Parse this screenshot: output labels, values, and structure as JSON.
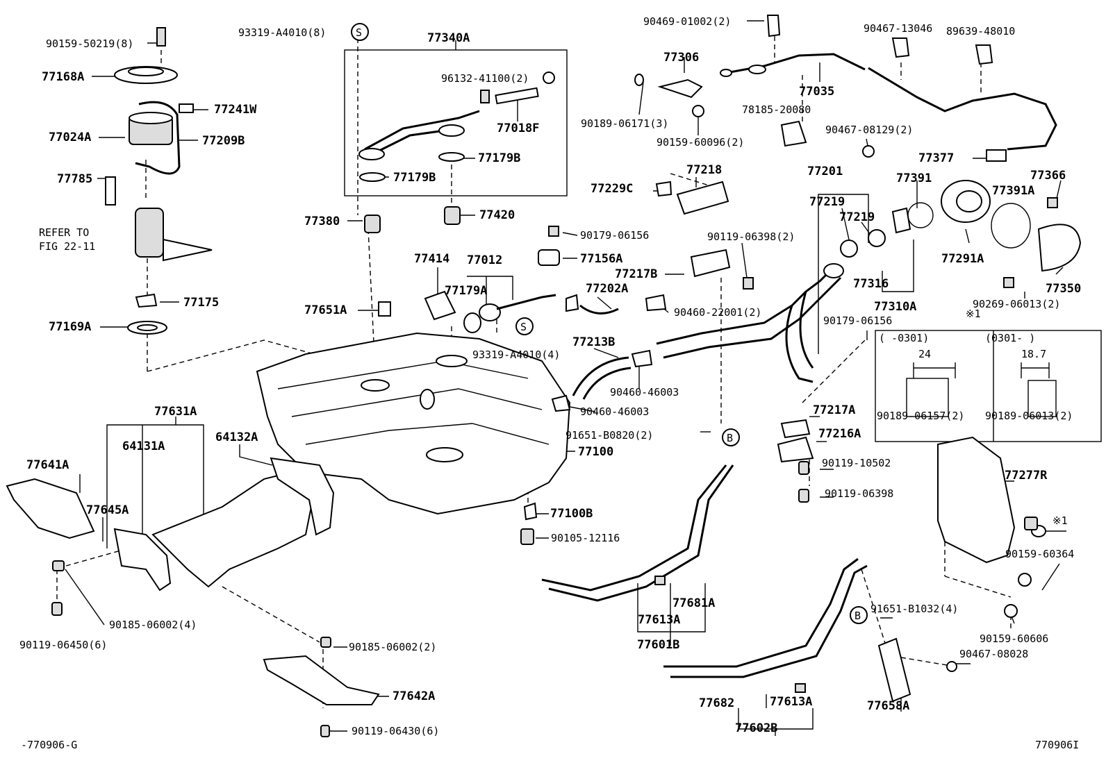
{
  "callouts": [
    {
      "id": "c1",
      "text": "90159-50219(8)"
    },
    {
      "id": "c2",
      "text": "77168A"
    },
    {
      "id": "c3",
      "text": "77241W"
    },
    {
      "id": "c4",
      "text": "77024A"
    },
    {
      "id": "c5",
      "text": "77209B"
    },
    {
      "id": "c6",
      "text": "77785"
    },
    {
      "id": "c7",
      "text": "REFER TO"
    },
    {
      "id": "c8",
      "text": "FIG 22-11"
    },
    {
      "id": "c9",
      "text": "77175"
    },
    {
      "id": "c10",
      "text": "77169A"
    },
    {
      "id": "c11",
      "text": "93319-A4010(8)"
    },
    {
      "id": "c12",
      "text": "77340A"
    },
    {
      "id": "c13",
      "text": "96132-41100(2)"
    },
    {
      "id": "c14",
      "text": "77018F"
    },
    {
      "id": "c15",
      "text": "77179B"
    },
    {
      "id": "c16",
      "text": "77179B"
    },
    {
      "id": "c17",
      "text": "77380"
    },
    {
      "id": "c18",
      "text": "77420"
    },
    {
      "id": "c19",
      "text": "90179-06156"
    },
    {
      "id": "c20",
      "text": "77156A"
    },
    {
      "id": "c21",
      "text": "77414"
    },
    {
      "id": "c22",
      "text": "77012"
    },
    {
      "id": "c23",
      "text": "77179A"
    },
    {
      "id": "c24",
      "text": "77202A"
    },
    {
      "id": "c25",
      "text": "77651A"
    },
    {
      "id": "c26",
      "text": "93319-A4010(4)"
    },
    {
      "id": "c27",
      "text": "77213B"
    },
    {
      "id": "c28",
      "text": "90460-46003"
    },
    {
      "id": "c29",
      "text": "90460-46003"
    },
    {
      "id": "c30",
      "text": "91651-B0820(2)"
    },
    {
      "id": "c31",
      "text": "77100"
    },
    {
      "id": "c32",
      "text": "77100B"
    },
    {
      "id": "c33",
      "text": "90105-12116"
    },
    {
      "id": "c34",
      "text": "77631A"
    },
    {
      "id": "c35",
      "text": "64131A"
    },
    {
      "id": "c36",
      "text": "64132A"
    },
    {
      "id": "c37",
      "text": "77641A"
    },
    {
      "id": "c38",
      "text": "77645A"
    },
    {
      "id": "c39",
      "text": "90185-06002(4)"
    },
    {
      "id": "c40",
      "text": "90119-06450(6)"
    },
    {
      "id": "c41",
      "text": "90185-06002(2)"
    },
    {
      "id": "c42",
      "text": "77642A"
    },
    {
      "id": "c43",
      "text": "90119-06430(6)"
    },
    {
      "id": "c44",
      "text": "-770906-G"
    },
    {
      "id": "c45",
      "text": "90469-01002(2)"
    },
    {
      "id": "c46",
      "text": "77306"
    },
    {
      "id": "c47",
      "text": "90189-06171(3)"
    },
    {
      "id": "c48",
      "text": "90159-60096(2)"
    },
    {
      "id": "c49",
      "text": "77035"
    },
    {
      "id": "c50",
      "text": "78185-20080"
    },
    {
      "id": "c51",
      "text": "90467-13046"
    },
    {
      "id": "c52",
      "text": "89639-48010"
    },
    {
      "id": "c53",
      "text": "90467-08129(2)"
    },
    {
      "id": "c54",
      "text": "77377"
    },
    {
      "id": "c55",
      "text": "77218"
    },
    {
      "id": "c56",
      "text": "77229C"
    },
    {
      "id": "c57",
      "text": "77201"
    },
    {
      "id": "c58",
      "text": "77219"
    },
    {
      "id": "c59",
      "text": "77219"
    },
    {
      "id": "c60",
      "text": "77391"
    },
    {
      "id": "c61",
      "text": "77366"
    },
    {
      "id": "c62",
      "text": "77391A"
    },
    {
      "id": "c63",
      "text": "77291A"
    },
    {
      "id": "c64",
      "text": "90119-06398(2)"
    },
    {
      "id": "c65",
      "text": "77217B"
    },
    {
      "id": "c66",
      "text": "77316"
    },
    {
      "id": "c67",
      "text": "77310A"
    },
    {
      "id": "c68",
      "text": "77350"
    },
    {
      "id": "c69",
      "text": "90269-06013(2)"
    },
    {
      "id": "c70",
      "text": "90460-22001(2)"
    },
    {
      "id": "c71",
      "text": "90179-06156"
    },
    {
      "id": "c72",
      "text": "※1"
    },
    {
      "id": "c73",
      "text": "(    -0301)"
    },
    {
      "id": "c74",
      "text": "(0301-     )"
    },
    {
      "id": "c75",
      "text": "24"
    },
    {
      "id": "c76",
      "text": "18.7"
    },
    {
      "id": "c77",
      "text": "90189-06157(2)"
    },
    {
      "id": "c78",
      "text": "90189-06013(2)"
    },
    {
      "id": "c79",
      "text": "77217A"
    },
    {
      "id": "c80",
      "text": "77216A"
    },
    {
      "id": "c81",
      "text": "90119-10502"
    },
    {
      "id": "c82",
      "text": "90119-06398"
    },
    {
      "id": "c83",
      "text": "77277R"
    },
    {
      "id": "c84",
      "text": "※1"
    },
    {
      "id": "c85",
      "text": "90159-60364"
    },
    {
      "id": "c86",
      "text": "90159-60606"
    },
    {
      "id": "c87",
      "text": "90467-08028"
    },
    {
      "id": "c88",
      "text": "91651-B1032(4)"
    },
    {
      "id": "c89",
      "text": "77681A"
    },
    {
      "id": "c90",
      "text": "77613A"
    },
    {
      "id": "c91",
      "text": "77601B"
    },
    {
      "id": "c92",
      "text": "77682"
    },
    {
      "id": "c93",
      "text": "77613A"
    },
    {
      "id": "c94",
      "text": "77602B"
    },
    {
      "id": "c95",
      "text": "77658A"
    },
    {
      "id": "c96",
      "text": "770906I"
    }
  ],
  "markers": {
    "s_mark": "S",
    "b_mark": "B"
  }
}
